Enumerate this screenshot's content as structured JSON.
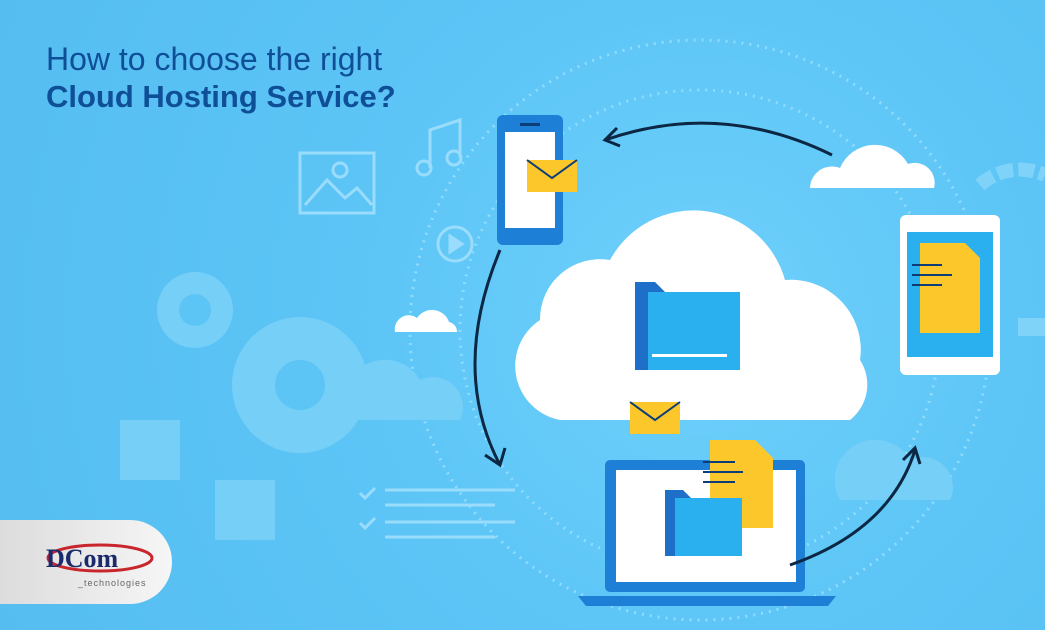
{
  "headline": {
    "line1": "How to choose the right",
    "line2": "Cloud Hosting Service?"
  },
  "logo": {
    "brand": "DCom",
    "tagline": "_technologies"
  },
  "colors": {
    "background": "#5cc5f6",
    "title": "#0f4f98",
    "device": "#1d7fd6",
    "folder": "#2ab0ef",
    "document": "#fcc72a"
  }
}
